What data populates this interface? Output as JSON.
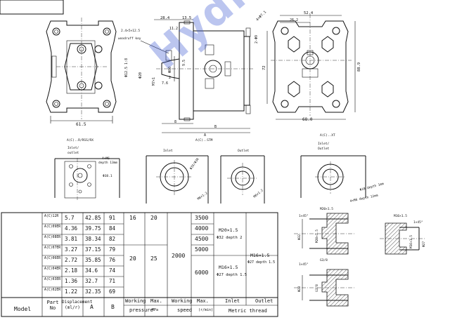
{
  "views": {
    "front_view": {
      "dims": {
        "width": "61.5"
      }
    },
    "side_view": {
      "dims": {
        "d_28_4": "28.4",
        "d_13_5": "13.5",
        "d_11_2": "11.2",
        "key": "2.4×5×12.5",
        "key_note": "woodruff key",
        "taper": "Φ12.5 1:8",
        "thread": "M7×1",
        "d_20": "Φ20",
        "d_80": "Φ80",
        "d_9_5": "9.5",
        "d_7_6": "7.6",
        "d_8": "8",
        "d_2": "2",
        "d_b": "B",
        "d_a": "A",
        "d_2_9": "2-Φ9"
      }
    },
    "rear_view": {
      "dims": {
        "d_52_4": "52.4",
        "d_26_2": "26.2",
        "bolts": "4×Φ7.1",
        "d_72": "72",
        "d_88_9": "88.9",
        "d_68": "68.0"
      }
    }
  },
  "ports": {
    "label_rx": "A(C)..R/RSS/RX",
    "label_stm": "A(C)..STM",
    "label_xt": "A(C)..XT",
    "rx": {
      "io": "Inlet/\noutlet",
      "thread": "4×M6",
      "depth": "depth 13mm",
      "dia": "Φ38.1"
    },
    "stm": {
      "inlet": "Inlet",
      "outlet": "Outlet",
      "dia": "Φ35/Φ30",
      "thread": "M6×1.2",
      "thread2": "M6×1.2"
    },
    "xt": {
      "io": "Inlet/\nOutlet",
      "thread": "Φ10 depth 1mm",
      "thread2": "4×M6 depth 12mm"
    }
  },
  "table": {
    "headers": {
      "model": "Model",
      "part_no": "Part\nNo",
      "displacement": "Displacement\n(ml/r)",
      "a": "A",
      "b": "B",
      "working_pressure": "Working",
      "max_pressure": "Max.",
      "pressure_unit": "pressure",
      "pressure_unit2": "MPa",
      "working_speed": "Working",
      "max_speed": "Max.",
      "speed_unit": "speed",
      "speed_unit2": "(r/min)",
      "inlet": "Inlet",
      "outlet": "Outlet",
      "metric_thread": "Metric thread"
    },
    "rows": [
      {
        "part": "A(C)12R",
        "disp": "5.7",
        "a": "42.85",
        "b": "91"
      },
      {
        "part": "A(C)09ER",
        "disp": "4.36",
        "a": "39.75",
        "b": "84"
      },
      {
        "part": "A(C)08ER",
        "disp": "3.81",
        "a": "38.34",
        "b": "82"
      },
      {
        "part": "A(C)07ER",
        "disp": "3.27",
        "a": "37.15",
        "b": "79"
      },
      {
        "part": "A(C)06ER",
        "disp": "2.72",
        "a": "35.85",
        "b": "76"
      },
      {
        "part": "A(C)04ER",
        "disp": "2.18",
        "a": "34.6",
        "b": "74"
      },
      {
        "part": "A(C)03ER",
        "disp": "1.36",
        "a": "32.7",
        "b": "71"
      },
      {
        "part": "A(C)02ER",
        "disp": "1.22",
        "a": "32.35",
        "b": "69"
      }
    ],
    "pressure_working_hi": "16",
    "pressure_max_hi": "20",
    "pressure_working_lo": "20",
    "pressure_max_lo": "25",
    "speed_working": "2000",
    "speed_max": [
      "3500",
      "4000",
      "4500",
      "5000",
      "6000"
    ],
    "inlet_thread_a": "M20×1.5",
    "inlet_depth_a": "Φ32 depth 2",
    "inlet_thread_b": "M16×1.5",
    "inlet_depth_b": "Φ27 depth 1.5",
    "outlet_thread": "M16×1.5",
    "outlet_depth": "Φ27 depth 1.5"
  },
  "thread_details": {
    "left_top_label": "M20×1.5",
    "left_top_chamfer": "1×45°",
    "left_top_d1": "Φ32",
    "left_top_d2": "M20×1.5",
    "left_bottom_chamfer": "1×45°",
    "left_bottom_label": "G3/8",
    "left_bottom_d1": "Φ28",
    "left_bottom_d2": "G3/8",
    "right_label": "M16×1.5",
    "right_chamfer": "1×45°",
    "right_d1": "Φ27",
    "right_d2": "M16×1.5"
  },
  "watermark": "Hydro-Tek"
}
